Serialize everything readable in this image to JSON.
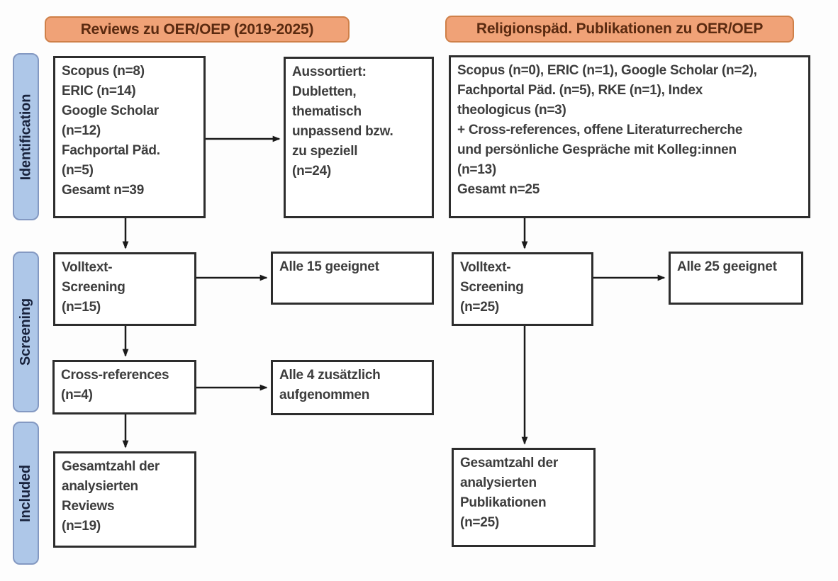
{
  "diagram": {
    "col_headers": {
      "left": "Reviews zu OER/OEP (2019-2025)",
      "right": "Religionspäd. Publikationen zu OER/OEP"
    },
    "stage_labels": {
      "identification": "Identification",
      "screening": "Screening",
      "included": "Included"
    },
    "left": {
      "identification": "Scopus (n=8)\nERIC (n=14)\nGoogle Scholar\n(n=12)\nFachportal Päd.\n(n=5)\nGesamt n=39",
      "excluded": "Aussortiert:\nDubletten,\nthematisch\nunpassend bzw.\nzu speziell\n(n=24)",
      "screening": "Volltext-\nScreening\n(n=15)",
      "screening_result": "Alle 15 geeignet",
      "cross_references": "Cross-references\n(n=4)",
      "cross_references_result": "Alle 4 zusätzlich\naufgenommen",
      "included": "Gesamtzahl der\nanalysierten\nReviews\n(n=19)"
    },
    "right": {
      "identification": "Scopus (n=0), ERIC (n=1), Google Scholar (n=2),\nFachportal Päd. (n=5), RKE (n=1), Index\ntheologicus (n=3)\n+ Cross-references, offene Literaturrecherche\nund persönliche Gespräche mit Kolleg:innen\n(n=13)\nGesamt n=25",
      "screening": "Volltext-\nScreening\n(n=25)",
      "screening_result": "Alle 25 geeignet",
      "included": "Gesamtzahl der\nanalysierten\nPublikationen\n(n=25)"
    },
    "colors": {
      "header_fill": "#f0a277",
      "header_border": "#cf8049",
      "header_text": "#5a2a10",
      "stage_fill": "#aec7e8",
      "stage_border": "#8499c2",
      "stage_text": "#18223c",
      "box_border": "#2d2d2d",
      "box_text": "#3d3d3d",
      "arrow": "#1a1a1a"
    }
  }
}
